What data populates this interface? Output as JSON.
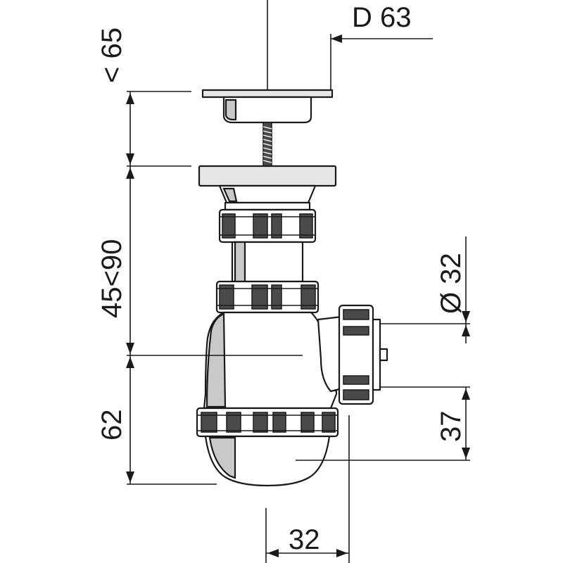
{
  "dimensions": {
    "drain_diameter": "D 63",
    "grate_height": "< 65",
    "adjustable_height": "45<90",
    "trap_height": "62",
    "outlet_diameter": "Ø 32",
    "outlet_height": "37",
    "outlet_offset": "32"
  }
}
